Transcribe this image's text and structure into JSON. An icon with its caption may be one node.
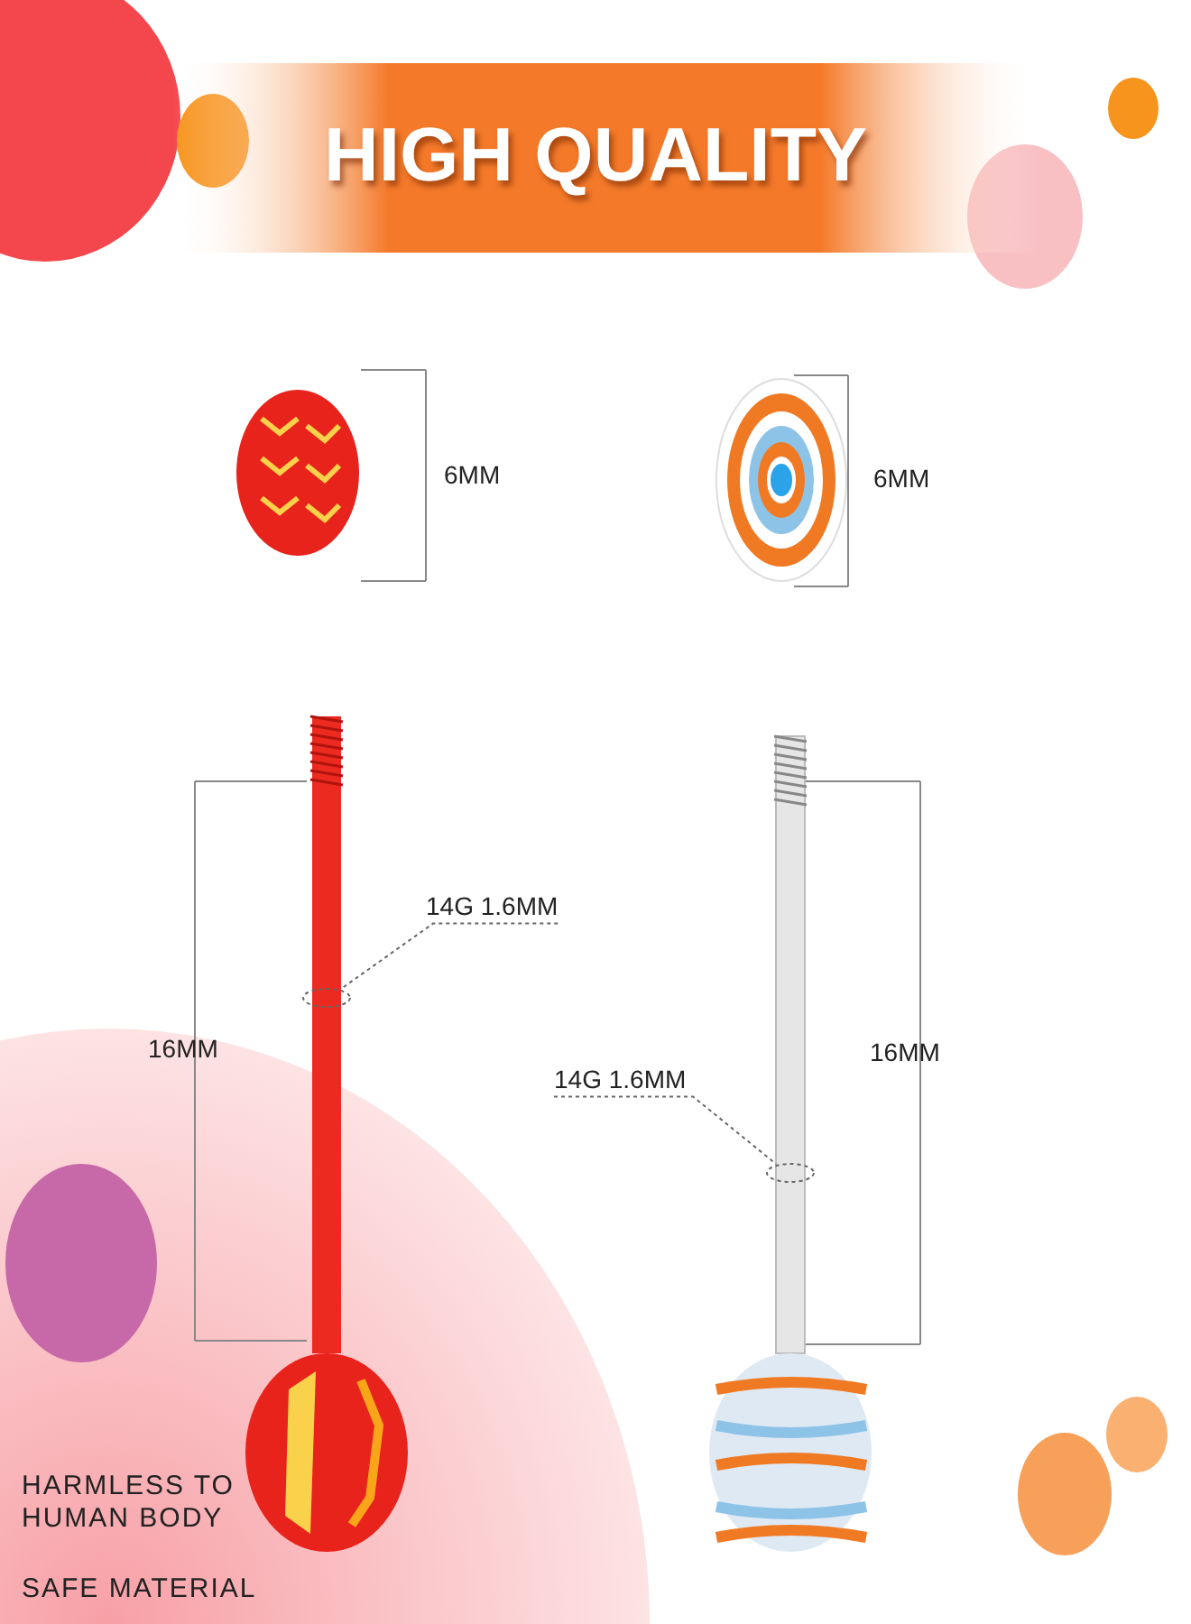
{
  "diagram": {
    "title": "HIGH QUALITY",
    "nodes": [
      {
        "text": [
          "14G 1.6MM"
        ]
      },
      {
        "text": [],
        "shape": "picture"
      },
      {
        "text": [
          "14G 1.6MM"
        ]
      },
      {
        "text": [],
        "shape": "picture"
      }
    ],
    "edges": [
      {
        "from": 0,
        "to": 1,
        "arrow": "none",
        "style": "dashed"
      },
      {
        "from": 2,
        "to": 3,
        "arrow": "none",
        "style": "dashed"
      }
    ],
    "labels": [
      "6MM",
      "6MM",
      "16MM",
      "16MM",
      "HARMLESS TO HUMAN BODY",
      "SAFE MATERIAL"
    ]
  }
}
